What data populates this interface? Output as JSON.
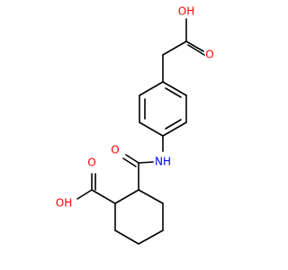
{
  "molecule": {
    "labels": {
      "acetic_acid_oh": "OH",
      "acetic_acid_o": "O",
      "amide_o": "O",
      "amide_nh": "NH",
      "cyclohexane_acid_oh": "OH",
      "cyclohexane_acid_o": "O"
    },
    "colors": {
      "bond": "#000000",
      "oxygen": "#ff0000",
      "nitrogen": "#0000ff"
    }
  }
}
